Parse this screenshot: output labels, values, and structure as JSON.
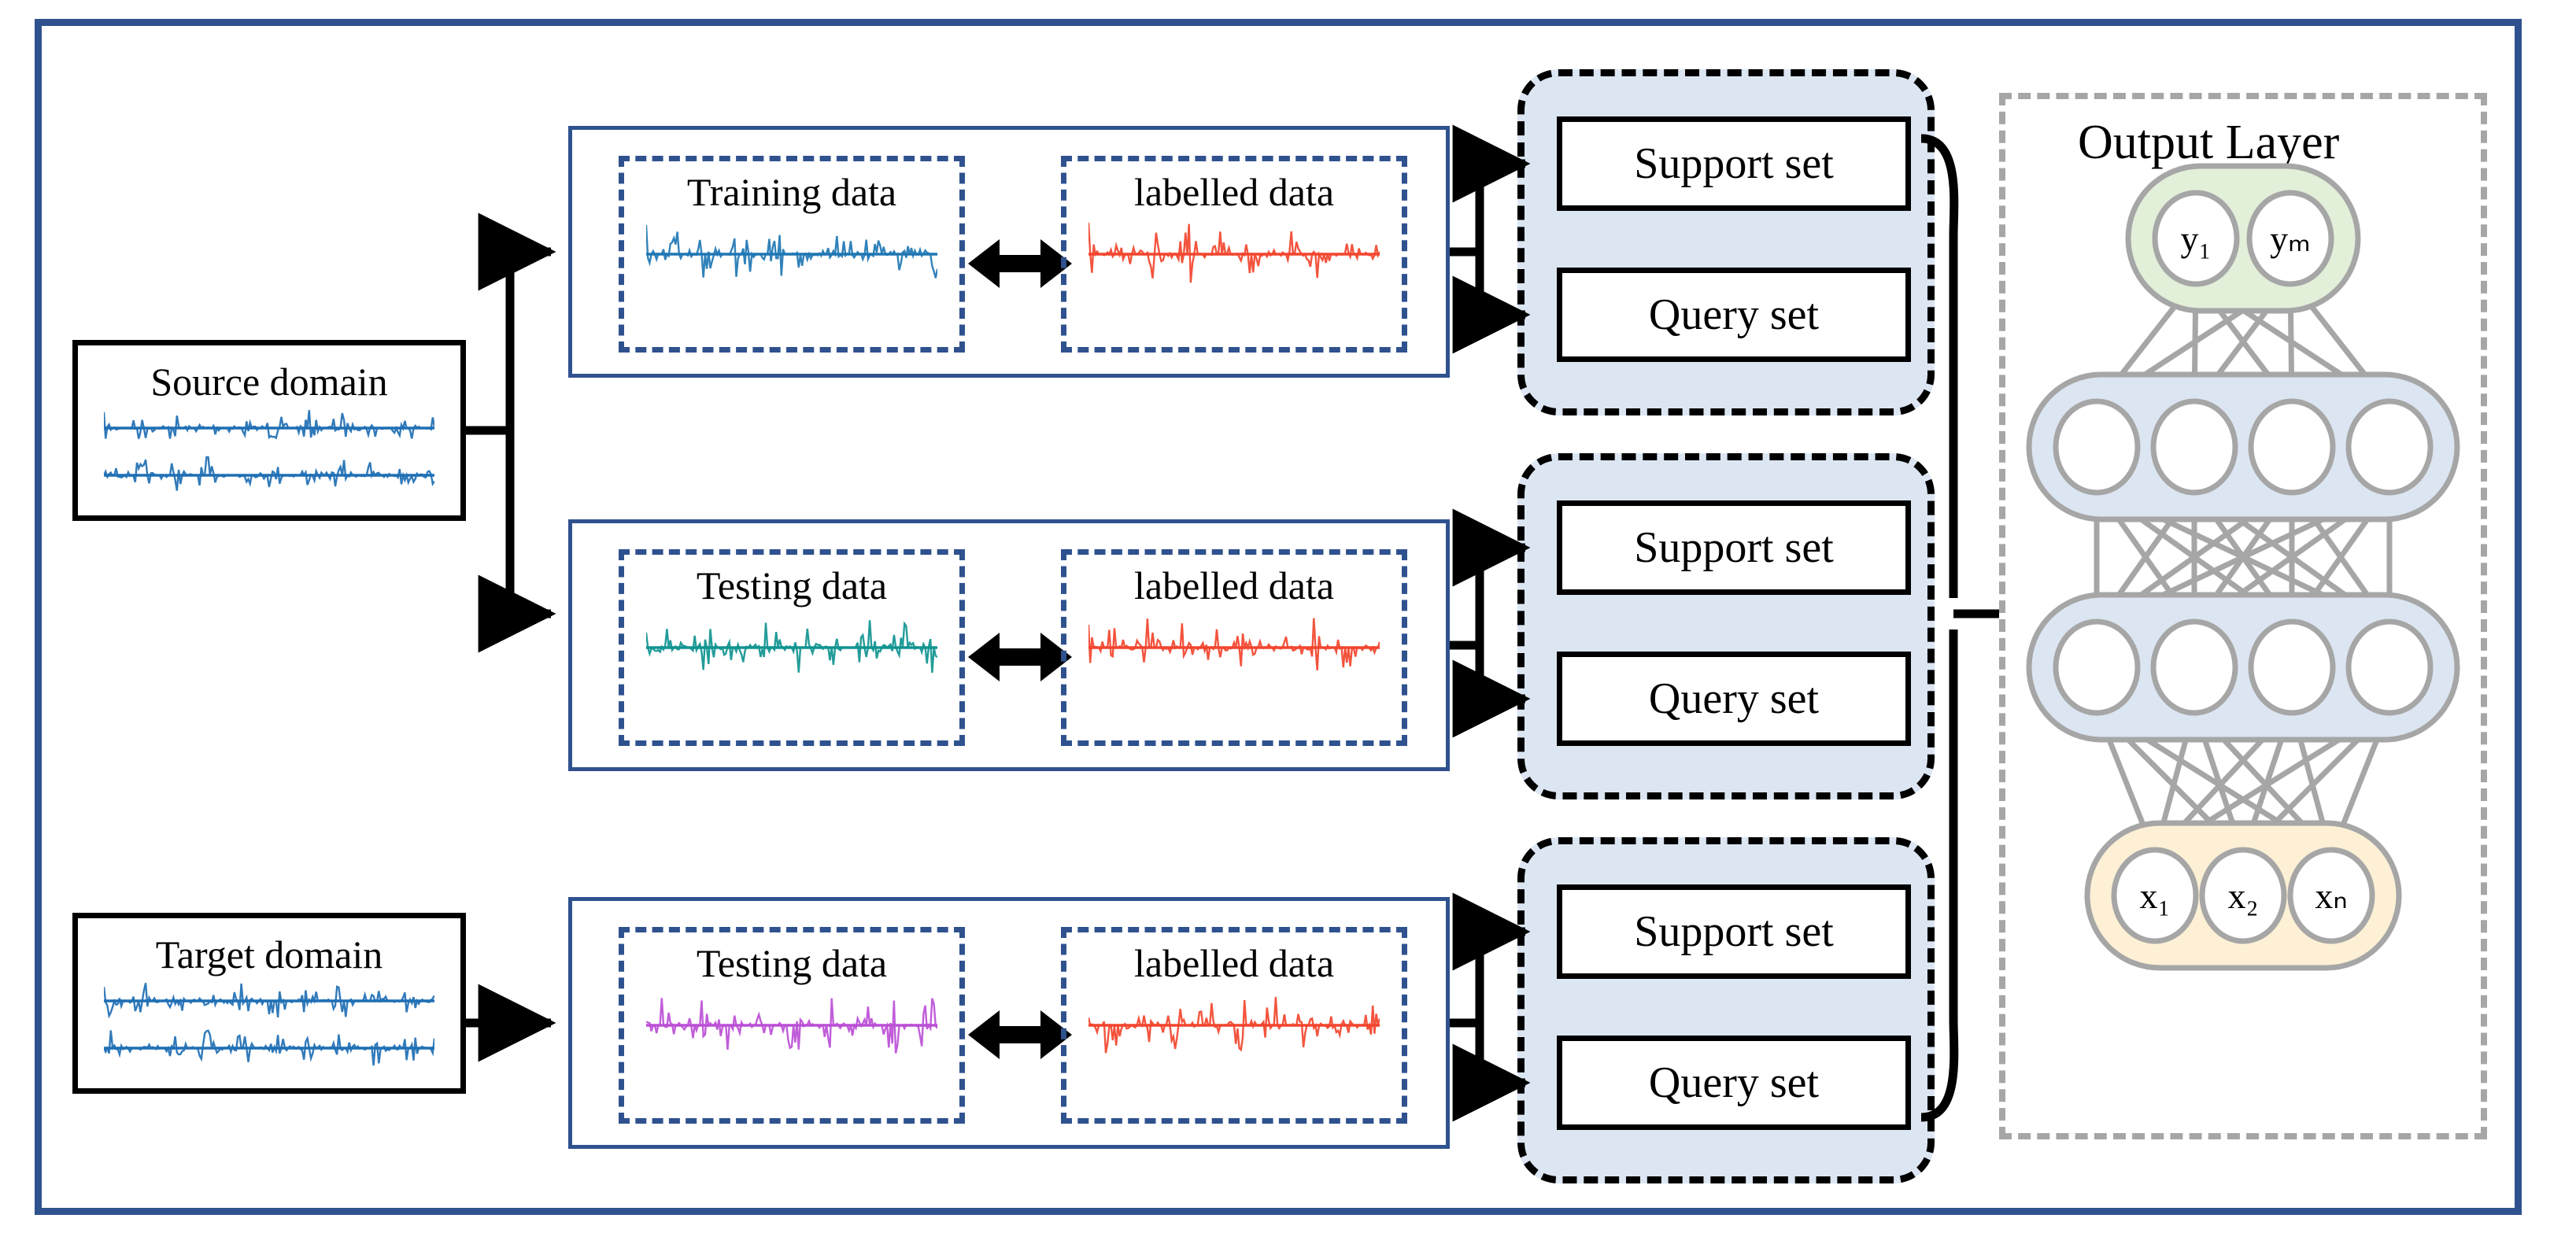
{
  "frame": {
    "border_color": "#2f528f"
  },
  "domains": [
    {
      "id": "source",
      "label": "Source domain",
      "signal_color": "#1f6fb4",
      "lines": 2
    },
    {
      "id": "target",
      "label": "Target domain",
      "signal_color": "#1f6fb4",
      "lines": 2
    }
  ],
  "rows": [
    {
      "id": "row-train",
      "left": {
        "label": "Training  data",
        "signal_color": "#1f77b4"
      },
      "right": {
        "label": "labelled  data",
        "signal_color": "#f2452e"
      },
      "arrow": "double-headed-arrow-icon",
      "sets": [
        "Support set",
        "Query set"
      ]
    },
    {
      "id": "row-source-test",
      "left": {
        "label": "Testing  data",
        "signal_color": "#109490"
      },
      "right": {
        "label": "labelled  data",
        "signal_color": "#f2452e"
      },
      "arrow": "double-headed-arrow-icon",
      "sets": [
        "Support set",
        "Query set"
      ]
    },
    {
      "id": "row-target-test",
      "left": {
        "label": "Testing  data",
        "signal_color": "#bb4fd6"
      },
      "right": {
        "label": "labelled  data",
        "signal_color": "#f2452e"
      },
      "arrow": "double-headed-arrow-icon",
      "sets": [
        "Support set",
        "Query set"
      ]
    }
  ],
  "network": {
    "title": "Output Layer",
    "output_nodes": [
      "y₁",
      "yₘ"
    ],
    "input_nodes": [
      "x₁",
      "x₂",
      "xₙ"
    ],
    "hidden_layers": [
      {
        "count": 4,
        "fill": "#dce6f2"
      },
      {
        "count": 4,
        "fill": "#dce6f2"
      }
    ],
    "output_group_fill": "#e2efd9",
    "input_group_fill": "#fdf0d5",
    "node_stroke": "#a6a6a6",
    "edge_color": "#a6a6a6",
    "container_border": "#a6a6a6"
  },
  "colors": {
    "frame_blue": "#2f528f",
    "group_fill": "#dce6f2",
    "group_dash": "#000000",
    "signal_blue": "#1f77b4",
    "signal_red": "#f2452e",
    "signal_teal": "#109490",
    "signal_purple": "#bb4fd6"
  }
}
